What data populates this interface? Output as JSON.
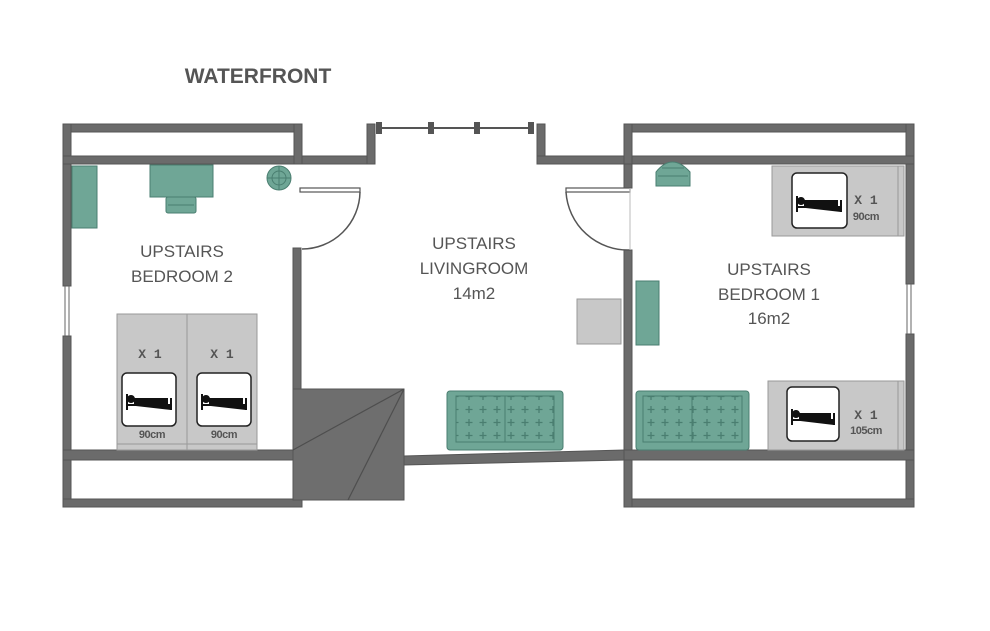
{
  "title": "WATERFRONT",
  "rooms": {
    "bedroom2": {
      "line1": "UPSTAIRS",
      "line2": "BEDROOM 2"
    },
    "living": {
      "line1": "UPSTAIRS",
      "line2": "LIVINGROOM",
      "line3": "14m2"
    },
    "bedroom1": {
      "line1": "UPSTAIRS",
      "line2": "BEDROOM 1",
      "line3": "16m2"
    }
  },
  "beds": [
    {
      "count": "X 1",
      "size": "90cm"
    },
    {
      "count": "X 1",
      "size": "90cm"
    },
    {
      "count": "X 1",
      "size": "90cm"
    },
    {
      "count": "X 1",
      "size": "105cm"
    }
  ],
  "colors": {
    "wall": "#6b6b6b",
    "wall_edge": "#555555",
    "furniture": "#6fa696",
    "bed": "#c8c8c8",
    "stairs": "#6e6e6e",
    "text": "#555555"
  },
  "icons": [
    "bed-icon",
    "table-icon",
    "chair-icon",
    "lamp-icon",
    "sofa-icon",
    "door-swing",
    "window",
    "stairs"
  ]
}
